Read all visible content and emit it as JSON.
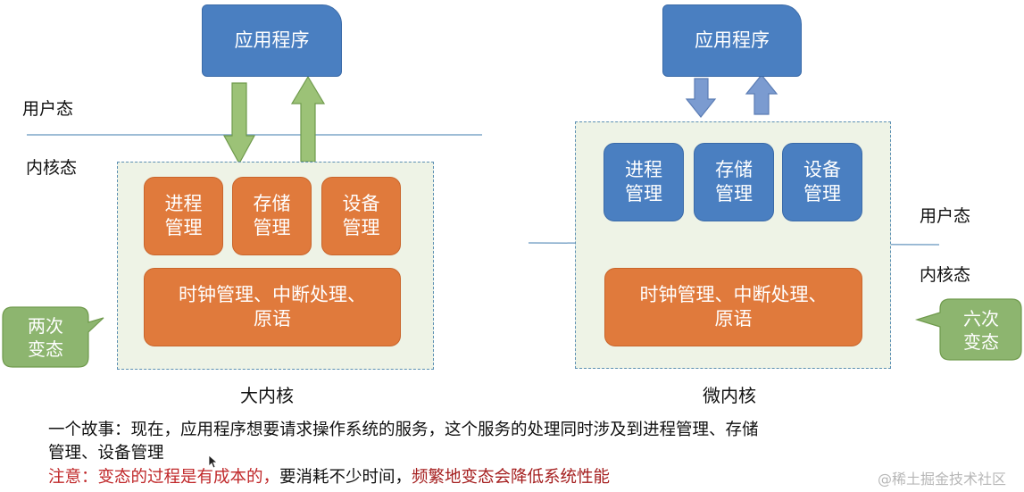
{
  "left": {
    "app_label": "应用程序",
    "user_mode": "用户态",
    "kernel_mode": "内核态",
    "modules": [
      {
        "label": "进程\n管理"
      },
      {
        "label": "存储\n管理"
      },
      {
        "label": "设备\n管理"
      }
    ],
    "core_label": "时钟管理、中断处理、\n原语",
    "caption": "大内核",
    "callout": "两次\n变态"
  },
  "right": {
    "app_label": "应用程序",
    "user_mode": "用户态",
    "kernel_mode": "内核态",
    "modules": [
      {
        "label": "进程\n管理"
      },
      {
        "label": "存储\n管理"
      },
      {
        "label": "设备\n管理"
      }
    ],
    "core_label": "时钟管理、中断处理、\n原语",
    "caption": "微内核",
    "callout": "六次\n变态"
  },
  "story": {
    "line1": "一个故事：现在，应用程序想要请求操作系统的服务，这个服务的处理同时涉及到进程管理、存储",
    "line2": "管理、设备管理",
    "note_prefix": "注意：变态的过程是有成本的，",
    "note_middle": "要消耗不少时间，",
    "note_suffix": "频繁地变态会降低系统性能"
  },
  "watermark": "@稀土掘金技术社区",
  "colors": {
    "app_blue": "#4a7fc1",
    "module_orange": "#e07a3c",
    "arrow_green": "#9cc277",
    "arrow_blue": "#7b9bd0",
    "callout_green": "#8db56f",
    "note_red": "#c0282a"
  }
}
